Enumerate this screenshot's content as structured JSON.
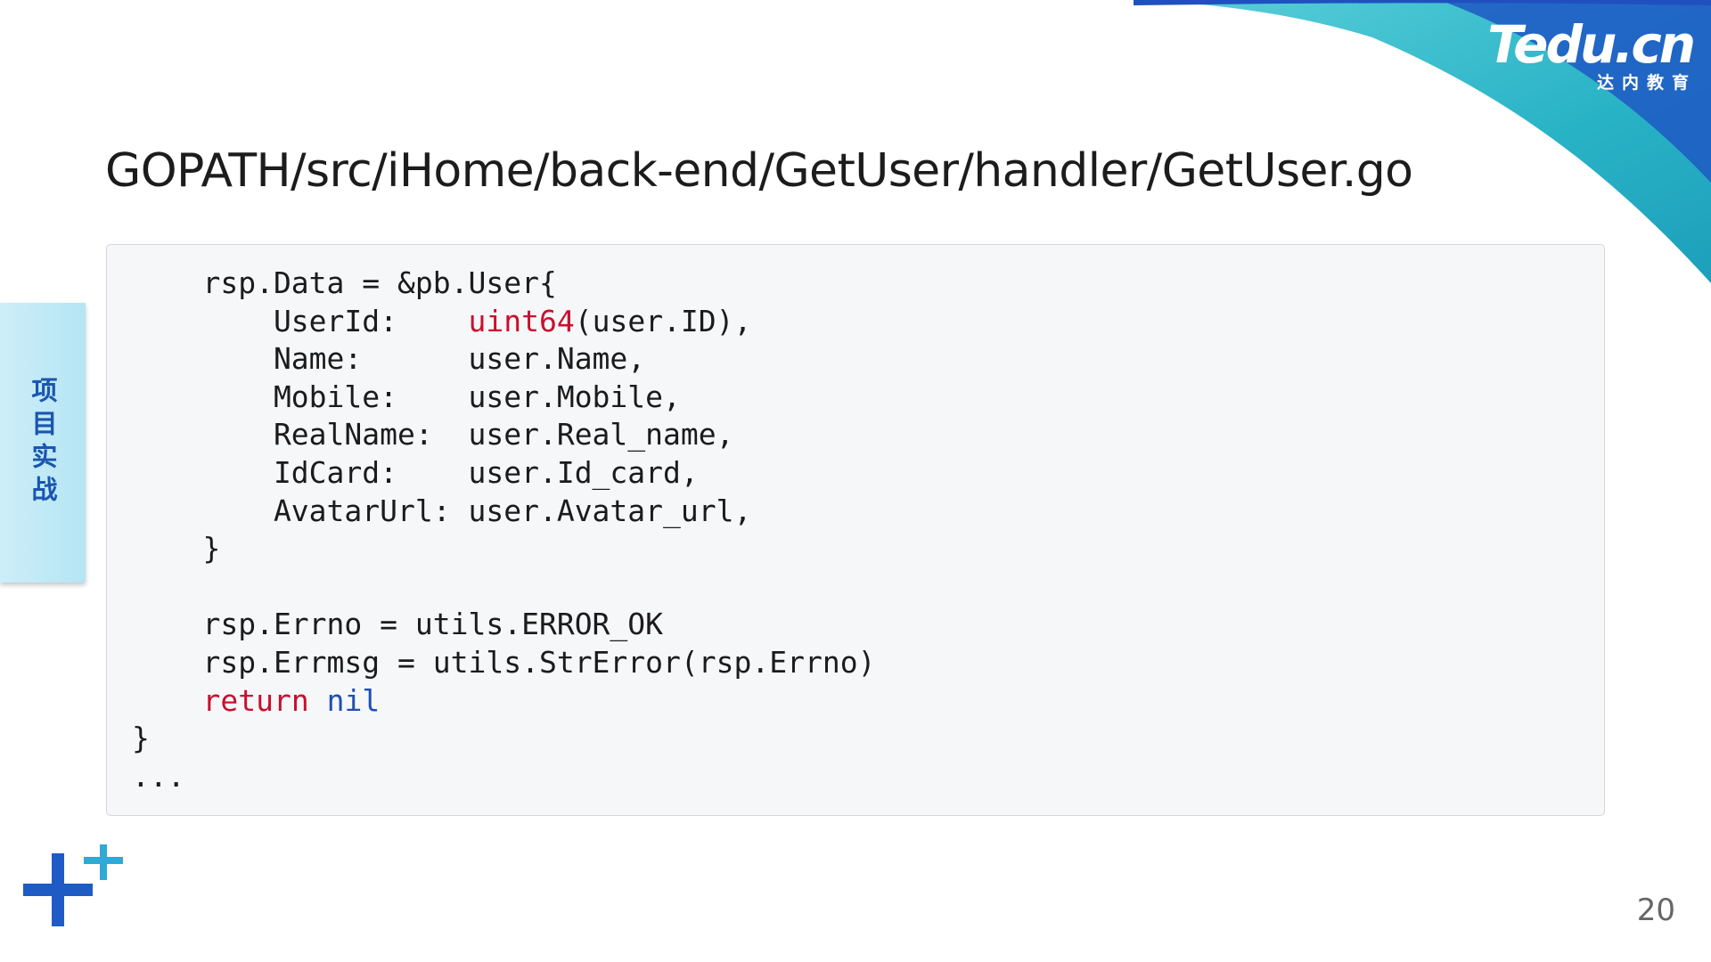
{
  "brand": {
    "logo_text": "Tedu.cn",
    "logo_subtext": "达内教育",
    "colors": {
      "teal": "#2fb8c9",
      "blue": "#1f5bc4",
      "tab_bg": "#c3eaf6"
    }
  },
  "slide": {
    "title": "GOPATH/src/iHome/back-end/GetUser/handler/GetUser.go",
    "side_tab": "项目实战",
    "page_number": "20"
  },
  "code": {
    "lines": [
      {
        "parts": [
          {
            "text": "    rsp.Data = &pb.User{"
          }
        ]
      },
      {
        "parts": [
          {
            "text": "        UserId:    "
          },
          {
            "text": "uint64",
            "style": "red"
          },
          {
            "text": "(user.ID),"
          }
        ]
      },
      {
        "parts": [
          {
            "text": "        Name:      user.Name,"
          }
        ]
      },
      {
        "parts": [
          {
            "text": "        Mobile:    user.Mobile,"
          }
        ]
      },
      {
        "parts": [
          {
            "text": "        RealName:  user.Real_name,"
          }
        ]
      },
      {
        "parts": [
          {
            "text": "        IdCard:    user.Id_card,"
          }
        ]
      },
      {
        "parts": [
          {
            "text": "        AvatarUrl: user.Avatar_url,"
          }
        ]
      },
      {
        "parts": [
          {
            "text": "    }"
          }
        ]
      },
      {
        "parts": [
          {
            "text": ""
          }
        ]
      },
      {
        "parts": [
          {
            "text": "    rsp.Errno = utils.ERROR_OK"
          }
        ]
      },
      {
        "parts": [
          {
            "text": "    rsp.Errmsg = utils.StrError(rsp.Errno)"
          }
        ]
      },
      {
        "parts": [
          {
            "text": "    "
          },
          {
            "text": "return",
            "style": "red"
          },
          {
            "text": " "
          },
          {
            "text": "nil",
            "style": "blue"
          }
        ]
      },
      {
        "parts": [
          {
            "text": "}"
          }
        ]
      },
      {
        "parts": [
          {
            "text": "..."
          }
        ]
      }
    ]
  },
  "icons": {
    "decor": "plus-icon"
  }
}
